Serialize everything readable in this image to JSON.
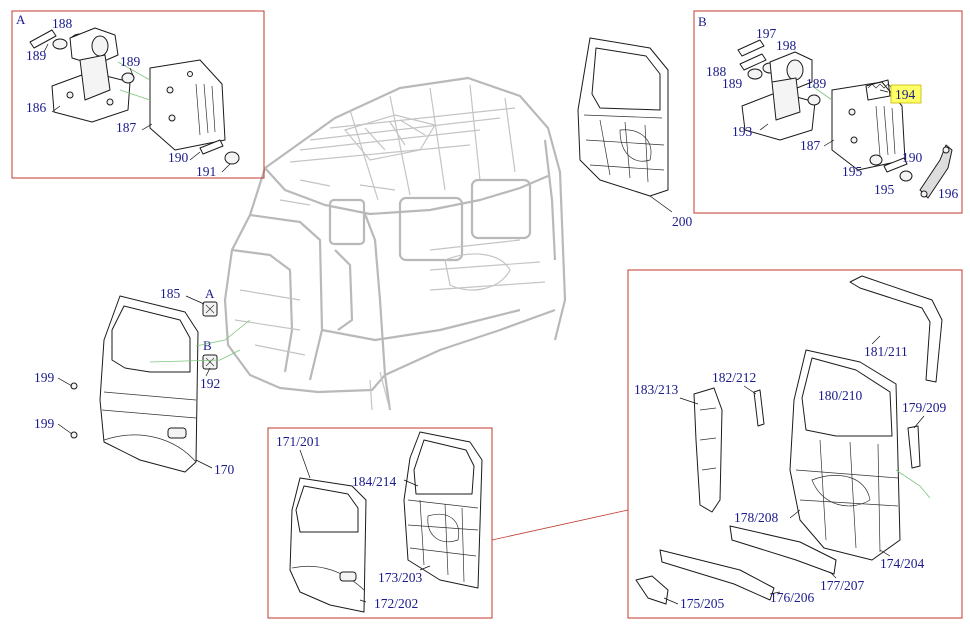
{
  "sections": {
    "a": "A",
    "b": "B"
  },
  "labels": {
    "p188a": "188",
    "p189a1": "189",
    "p189a2": "189",
    "p186": "186",
    "p187a": "187",
    "p190a": "190",
    "p191": "191",
    "p197": "197",
    "p198": "198",
    "p188b": "188",
    "p189b1": "189",
    "p189b2": "189",
    "p194": "194",
    "p193": "193",
    "p187b": "187",
    "p190b": "190",
    "p195a": "195",
    "p195b": "195",
    "p196": "196",
    "p200": "200",
    "p185": "185",
    "p192": "192",
    "p199a": "199",
    "p199b": "199",
    "p170": "170",
    "p171": "171/201",
    "p184": "184/214",
    "p173": "173/203",
    "p172": "172/202",
    "p181": "181/211",
    "p183": "183/213",
    "p182": "182/212",
    "p180": "180/210",
    "p179": "179/209",
    "p178": "178/208",
    "p174": "174/204",
    "p177": "177/207",
    "p176": "176/206",
    "p175": "175/205"
  },
  "callouts": {
    "a": "A",
    "b": "B"
  }
}
